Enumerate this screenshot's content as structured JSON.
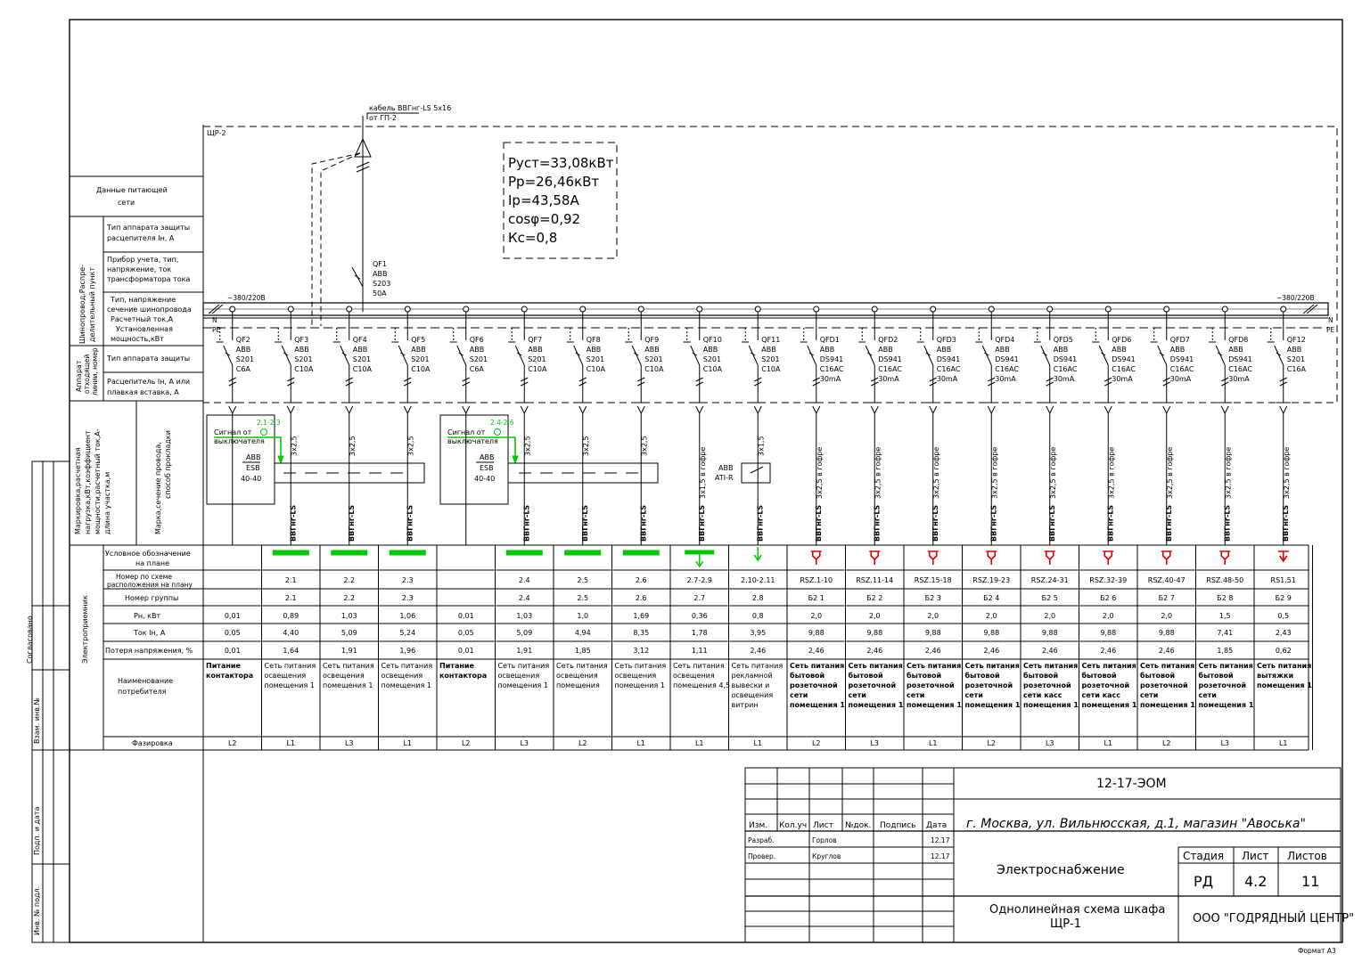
{
  "feed": {
    "cable": "кабель ВВГнг-LS 5х16",
    "from": "от ГП-2",
    "panel": "ЩР-2",
    "main_breaker": [
      "QF1",
      "ABB",
      "S203",
      "50A"
    ],
    "voltage_left": "~380/220В",
    "voltage_right": "~380/220В",
    "n_label": "N",
    "pe_label": "PE"
  },
  "summary": {
    "lines": [
      "Руст=33,08кВт",
      "Рр=26,46кВт",
      "Iр=43,58А",
      "cosφ=0,92",
      "Кс=0,8"
    ]
  },
  "left_labels": {
    "supply": [
      "Данные питающей",
      "сети"
    ],
    "group1_title": [
      "Шинопровод.Распре-",
      "делительный пункт"
    ],
    "row_protection": [
      "Тип аппарата защиты",
      "расцепителя Iн, А"
    ],
    "row_meter": [
      "Прибор учета, тип,",
      "напряжение, ток",
      "трансформатора тока"
    ],
    "row_busbar": [
      "Тип, напряжение",
      "сечение шинопровода",
      "Расчетный ток,А",
      "Установленная",
      "мощность,кВт"
    ],
    "group2_title": [
      "Аппарат",
      "отходящей",
      "линии, номер"
    ],
    "row_device": [
      "Тип аппарата защиты"
    ],
    "row_release": [
      "Расцепитель Iн, А или",
      "плавкая вставка, А"
    ],
    "cable_col1": [
      "Маркировка,расчетная",
      "нагрузка,кВт,коэффициент",
      "мощности,расчетный ток,А-",
      "длина участка,м"
    ],
    "cable_col2": [
      "Марка,сечение провода,",
      "способ прокладки"
    ],
    "group3_title": "Электроприемник",
    "rows": {
      "symbol": [
        "Условное обозначение",
        "на плане"
      ],
      "plan_no": [
        "Номер по схеме",
        "расположения на плану"
      ],
      "group_no": "Номер группы",
      "pn": "Рн, кВт",
      "current": "Ток Iн, А",
      "loss": "Потеря напряжения, %",
      "consumer": [
        "Наименование",
        "потребителя"
      ],
      "phase": "Фазировка"
    }
  },
  "contactors": [
    {
      "signal": [
        "Сигнал от",
        "выключателя"
      ],
      "tag": "2.1-2.3",
      "device": [
        "ABB",
        "ESB",
        "40-40"
      ]
    },
    {
      "signal": [
        "Сигнал от",
        "выключателя"
      ],
      "tag": "2.4-2.6",
      "device": [
        "ABB",
        "ESB",
        "40-40"
      ]
    }
  ],
  "ats": [
    "ABB",
    "ATI-R"
  ],
  "columns": [
    {
      "breaker": [
        "QF2",
        "ABB",
        "S201",
        "C6A"
      ],
      "cable": "",
      "cabletype": "",
      "sym": "",
      "plan": "",
      "grp": "",
      "pn": "0,01",
      "i": "0,05",
      "loss": "0,01",
      "cons": [
        "Питание",
        "контактора"
      ],
      "cb": true,
      "ph": "L2"
    },
    {
      "breaker": [
        "QF3",
        "ABB",
        "S201",
        "C10A"
      ],
      "cable": "3х2,5",
      "cabletype": "ВВГнг-LS",
      "sym": "lamp",
      "plan": "2.1",
      "grp": "2.1",
      "pn": "0,89",
      "i": "4,40",
      "loss": "1,64",
      "cons": [
        "Сеть питания",
        "освещения",
        "помещения 1"
      ],
      "cb": false,
      "ph": "L1"
    },
    {
      "breaker": [
        "QF4",
        "ABB",
        "S201",
        "C10A"
      ],
      "cable": "3х2,5",
      "cabletype": "ВВГнг-LS",
      "sym": "lamp",
      "plan": "2.2",
      "grp": "2.2",
      "pn": "1,03",
      "i": "5,09",
      "loss": "1,91",
      "cons": [
        "Сеть питания",
        "освещения",
        "помещения 1"
      ],
      "cb": false,
      "ph": "L3"
    },
    {
      "breaker": [
        "QF5",
        "ABB",
        "S201",
        "C10A"
      ],
      "cable": "3х2,5",
      "cabletype": "ВВГнг-LS",
      "sym": "lamp",
      "plan": "2.3",
      "grp": "2.3",
      "pn": "1,06",
      "i": "5,24",
      "loss": "1,96",
      "cons": [
        "Сеть питания",
        "освещения",
        "помещения 1"
      ],
      "cb": false,
      "ph": "L1"
    },
    {
      "breaker": [
        "QF6",
        "ABB",
        "S201",
        "C6A"
      ],
      "cable": "",
      "cabletype": "",
      "sym": "",
      "plan": "",
      "grp": "",
      "pn": "0,01",
      "i": "0,05",
      "loss": "0,01",
      "cons": [
        "Питание",
        "контактора"
      ],
      "cb": true,
      "ph": "L2"
    },
    {
      "breaker": [
        "QF7",
        "ABB",
        "S201",
        "C10A"
      ],
      "cable": "3х2,5",
      "cabletype": "ВВГнг-LS",
      "sym": "lamp",
      "plan": "2.4",
      "grp": "2.4",
      "pn": "1,03",
      "i": "5,09",
      "loss": "1,91",
      "cons": [
        "Сеть питания",
        "освещения",
        "помещения 1"
      ],
      "cb": false,
      "ph": "L3"
    },
    {
      "breaker": [
        "QF8",
        "ABB",
        "S201",
        "C10A"
      ],
      "cable": "3х2,5",
      "cabletype": "ВВГнг-LS",
      "sym": "lamp",
      "plan": "2.5",
      "grp": "2.5",
      "pn": "1,0",
      "i": "4,94",
      "loss": "1,85",
      "cons": [
        "Сеть питания",
        "освещения",
        "помещения"
      ],
      "cb": false,
      "ph": "L2"
    },
    {
      "breaker": [
        "QF9",
        "ABB",
        "S201",
        "C10A"
      ],
      "cable": "3х2,5",
      "cabletype": "ВВГнг-LS",
      "sym": "lamp",
      "plan": "2.6",
      "grp": "2.6",
      "pn": "1,69",
      "i": "8,35",
      "loss": "3,12",
      "cons": [
        "Сеть питания",
        "освещения",
        "помещения 1"
      ],
      "cb": false,
      "ph": "L1"
    },
    {
      "breaker": [
        "QF10",
        "ABB",
        "S201",
        "C10A"
      ],
      "cable": "3х1,5  в гофре",
      "cabletype": "ВВГнг-LS",
      "sym": "lampdown",
      "plan": "2.7-2.9",
      "grp": "2.7",
      "pn": "0,36",
      "i": "1,78",
      "loss": "1,11",
      "cons": [
        "Сеть питания",
        "освещения",
        "помещения 4,5"
      ],
      "cb": false,
      "ph": "L1"
    },
    {
      "breaker": [
        "QF11",
        "ABB",
        "S201",
        "C10A"
      ],
      "cable": "3х1,5",
      "cabletype": "ВВГнг-LS",
      "sym": "arrowdown",
      "plan": "2.10-2.11",
      "grp": "2.8",
      "pn": "0,8",
      "i": "3,95",
      "loss": "2,46",
      "cons": [
        "Сеть питания",
        "рекламной",
        "вывески и",
        "освещения",
        "витрин"
      ],
      "cb": false,
      "ph": "L1"
    },
    {
      "breaker": [
        "QFD1",
        "ABB",
        "DS941",
        "C16AC",
        "30mA"
      ],
      "cable": "3х2,5  в гофре",
      "cabletype": "ВВГнг-LS",
      "sym": "socket",
      "plan": "RSZ.1-10",
      "grp": "Б2 1",
      "pn": "2,0",
      "i": "9,88",
      "loss": "2,46",
      "cons": [
        "Сеть питания",
        "бытовой",
        "розеточной",
        "сети",
        "помещения 1"
      ],
      "cb": true,
      "ph": "L2"
    },
    {
      "breaker": [
        "QFD2",
        "ABB",
        "DS941",
        "C16AC",
        "30mA"
      ],
      "cable": "3х2,5  в гофре",
      "cabletype": "ВВГнг-LS",
      "sym": "socket",
      "plan": "RSZ.11-14",
      "grp": "Б2 2",
      "pn": "2,0",
      "i": "9,88",
      "loss": "2,46",
      "cons": [
        "Сеть питания",
        "бытовой",
        "розеточной",
        "сети",
        "помещения 1"
      ],
      "cb": true,
      "ph": "L3"
    },
    {
      "breaker": [
        "QFD3",
        "ABB",
        "DS941",
        "C16AC",
        "30mA"
      ],
      "cable": "3х2,5  в гофре",
      "cabletype": "ВВГнг-LS",
      "sym": "socket",
      "plan": "RSZ.15-18",
      "grp": "Б2 3",
      "pn": "2,0",
      "i": "9,88",
      "loss": "2,46",
      "cons": [
        "Сеть питания",
        "бытовой",
        "розеточной",
        "сети",
        "помещения 1"
      ],
      "cb": true,
      "ph": "L1"
    },
    {
      "breaker": [
        "QFD4",
        "ABB",
        "DS941",
        "C16AC",
        "30mA"
      ],
      "cable": "3х2,5  в гофре",
      "cabletype": "ВВГнг-LS",
      "sym": "socket",
      "plan": "RSZ.19-23",
      "grp": "Б2 4",
      "pn": "2,0",
      "i": "9,88",
      "loss": "2,46",
      "cons": [
        "Сеть питания",
        "бытовой",
        "розеточной",
        "сети",
        "помещения 1"
      ],
      "cb": true,
      "ph": "L2"
    },
    {
      "breaker": [
        "QFD5",
        "ABB",
        "DS941",
        "C16AC",
        "30mA"
      ],
      "cable": "3х2,5  в гофре",
      "cabletype": "ВВГнг-LS",
      "sym": "socket",
      "plan": "RSZ.24-31",
      "grp": "Б2 5",
      "pn": "2,0",
      "i": "9,88",
      "loss": "2,46",
      "cons": [
        "Сеть питания",
        "бытовой",
        "розеточной",
        "сети касс",
        "помещения 1"
      ],
      "cb": true,
      "ph": "L3"
    },
    {
      "breaker": [
        "QFD6",
        "ABB",
        "DS941",
        "C16AC",
        "30mA"
      ],
      "cable": "3х2,5  в гофре",
      "cabletype": "ВВГнг-LS",
      "sym": "socket",
      "plan": "RSZ.32-39",
      "grp": "Б2 6",
      "pn": "2,0",
      "i": "9,88",
      "loss": "2,46",
      "cons": [
        "Сеть питания",
        "бытовой",
        "розеточной",
        "сети касс",
        "помещения 1"
      ],
      "cb": true,
      "ph": "L1"
    },
    {
      "breaker": [
        "QFD7",
        "ABB",
        "DS941",
        "C16AC",
        "30mA"
      ],
      "cable": "3х2,5  в гофре",
      "cabletype": "ВВГнг-LS",
      "sym": "socket",
      "plan": "RSZ.40-47",
      "grp": "Б2 7",
      "pn": "2,0",
      "i": "9,88",
      "loss": "2,46",
      "cons": [
        "Сеть питания",
        "бытовой",
        "розеточной",
        "сети",
        "помещения 1"
      ],
      "cb": true,
      "ph": "L2"
    },
    {
      "breaker": [
        "QFD8",
        "ABB",
        "DS941",
        "C16AC",
        "30mA"
      ],
      "cable": "3х2,5  в гофре",
      "cabletype": "ВВГнг-LS",
      "sym": "socket",
      "plan": "RSZ.48-50",
      "grp": "Б2 8",
      "pn": "1,5",
      "i": "7,41",
      "loss": "1,85",
      "cons": [
        "Сеть питания",
        "бытовой",
        "розеточной",
        "сети",
        "помещения 1"
      ],
      "cb": true,
      "ph": "L3"
    },
    {
      "breaker": [
        "QF12",
        "ABB",
        "S201",
        "C16A"
      ],
      "cable": "3х2,5  в гофре",
      "cabletype": "ВВГнг-LS",
      "sym": "fan",
      "plan": "RS1.51",
      "grp": "Б2 9",
      "pn": "0,5",
      "i": "2,43",
      "loss": "0,62",
      "cons": [
        "Сеть питания",
        "вытяжки",
        "помещения 1"
      ],
      "cb": true,
      "ph": "L1"
    }
  ],
  "side_stamps": [
    "Согласовано",
    "Взам. инв.№",
    "Подп. и дата",
    "Инв. № подл."
  ],
  "title_block": {
    "code": "12-17-ЭОМ",
    "address": "г. Москва, ул. Вильнюсская, д.1, магазин \"Авоська\"",
    "headers": [
      "Изм.",
      "Кол.уч",
      "Лист",
      "№док.",
      "Подпись",
      "Дата"
    ],
    "rows": [
      {
        "role": "Разраб.",
        "name": "Горлов",
        "date": "12.17"
      },
      {
        "role": "Провер.",
        "name": "Круглов",
        "date": "12.17"
      }
    ],
    "section": "Электроснабжение",
    "stage_header": "Стадия",
    "sheet_header": "Лист",
    "sheets_header": "Листов",
    "stage": "РД",
    "sheet": "4.2",
    "sheets": "11",
    "drawing_title": [
      "Однолинейная схема шкафа",
      "ЩР-1"
    ],
    "company": "ООО \"ГОДРЯДНЫЙ ЦЕНТР\"",
    "format": "Формат А3"
  },
  "colors": {
    "line": "#000000",
    "lamp": "#00c800",
    "socket": "#e00000"
  }
}
